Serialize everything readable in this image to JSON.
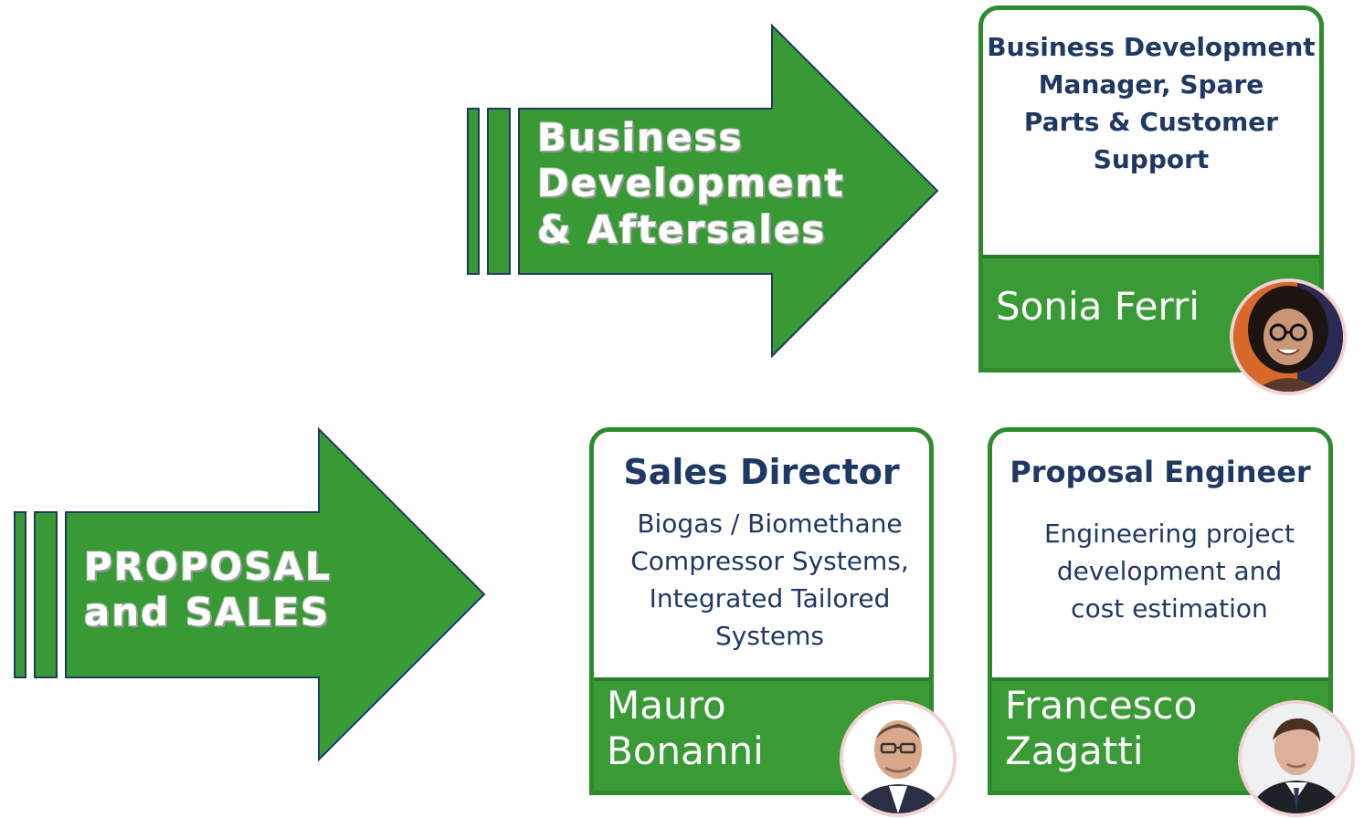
{
  "diagram": {
    "colors": {
      "arrow_fill": "#379a35",
      "arrow_stroke": "#1f3864",
      "card_border": "#2e8b2e",
      "title_text": "#1f3864",
      "name_band": "#3a9a35"
    },
    "arrows": [
      {
        "label_lines": [
          "Business",
          "Development",
          "& Aftersales"
        ]
      },
      {
        "label_lines": [
          "PROPOSAL",
          "and SALES"
        ]
      }
    ],
    "cards": [
      {
        "title_lines": [
          "Business Development",
          "Manager, Spare",
          "Parts & Customer",
          "Support"
        ],
        "description_lines": [],
        "name_lines": [
          "Sonia Ferri"
        ],
        "avatar": "person-photo"
      },
      {
        "title_lines": [
          "Sales Director"
        ],
        "description_lines": [
          "Biogas / Biomethane",
          "Compressor Systems,",
          "Integrated Tailored",
          "Systems"
        ],
        "name_lines": [
          "Mauro",
          "Bonanni"
        ],
        "avatar": "person-photo"
      },
      {
        "title_lines": [
          "Proposal Engineer"
        ],
        "description_lines": [
          "Engineering project",
          "development and",
          "cost estimation"
        ],
        "name_lines": [
          "Francesco",
          "Zagatti"
        ],
        "avatar": "person-photo"
      }
    ]
  }
}
